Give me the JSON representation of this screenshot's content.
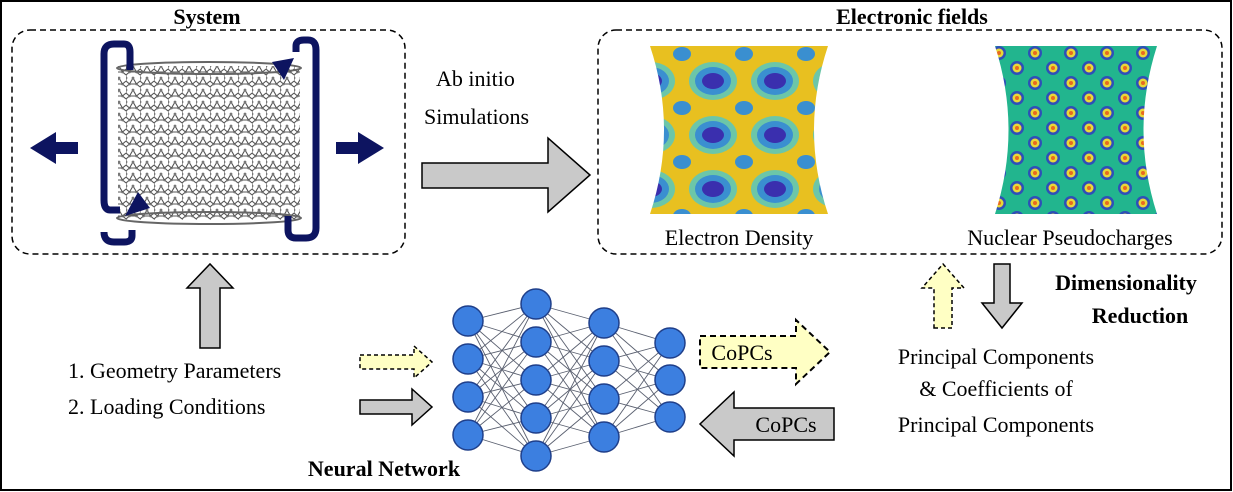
{
  "system": {
    "title": "System"
  },
  "simulation": {
    "line1": "Ab initio",
    "line2": "Simulations"
  },
  "fields": {
    "title": "Electronic fields",
    "density_label": "Electron Density",
    "pseudo_label": "Nuclear Pseudocharges"
  },
  "dimensionality": {
    "line1": "Dimensionality",
    "line2": "Reduction"
  },
  "principal": {
    "line1": "Principal Components",
    "line2": "& Coefficients of",
    "line3": "Principal Components"
  },
  "inputs": {
    "item1": "1. Geometry Parameters",
    "item2": "2. Loading Conditions"
  },
  "network": {
    "title": "Neural Network",
    "layer_sizes": [
      4,
      5,
      4,
      3
    ]
  },
  "copcs": {
    "top_label": "CoPCs",
    "bottom_label": "CoPCs"
  },
  "colors": {
    "navy": "#0d1460",
    "node_fill": "#3c7fe0",
    "gray_arrow": "#c9c9c9",
    "yellow_arrow": "#ffffc4",
    "density_bg": "#e8c020",
    "density_spot": "#3a2fae",
    "pseudo_bg": "#22b58e",
    "pseudo_ring": "#e8d838"
  }
}
